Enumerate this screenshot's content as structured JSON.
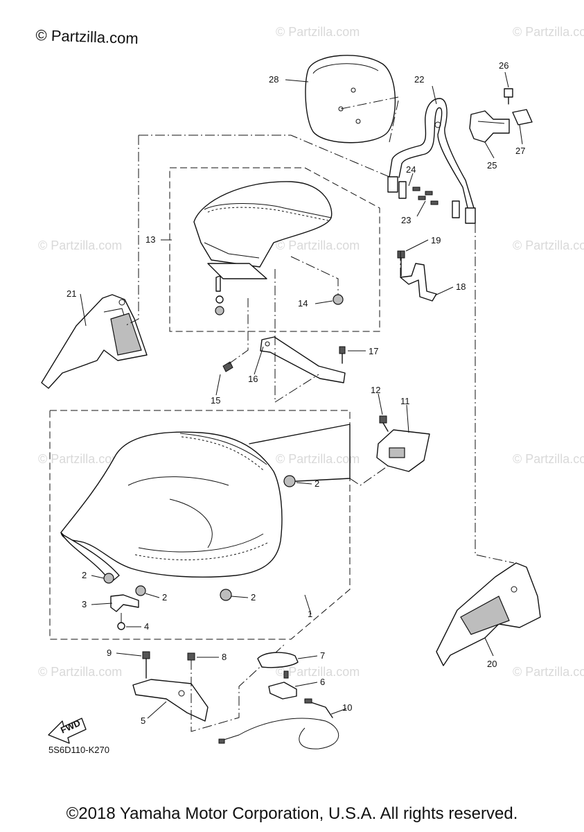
{
  "top_copyright": "© Partzilla.com",
  "watermark_text": "© Partzilla.com",
  "diagram_code": "5S6D110-K270",
  "fwd_label": "FWD",
  "footer_copyright": "©2018 Yamaha Motor Corporation, U.S.A. All rights reserved.",
  "callouts": {
    "c1": "1",
    "c2a": "2",
    "c2b": "2",
    "c2c": "2",
    "c2d": "2",
    "c3": "3",
    "c4": "4",
    "c5": "5",
    "c6": "6",
    "c7": "7",
    "c8": "8",
    "c9": "9",
    "c10": "10",
    "c11": "11",
    "c12": "12",
    "c13": "13",
    "c14": "14",
    "c15": "15",
    "c16": "16",
    "c17": "17",
    "c18": "18",
    "c19": "19",
    "c20": "20",
    "c21": "21",
    "c22": "22",
    "c23": "23",
    "c24": "24",
    "c25": "25",
    "c26": "26",
    "c27": "27",
    "c28": "28"
  }
}
